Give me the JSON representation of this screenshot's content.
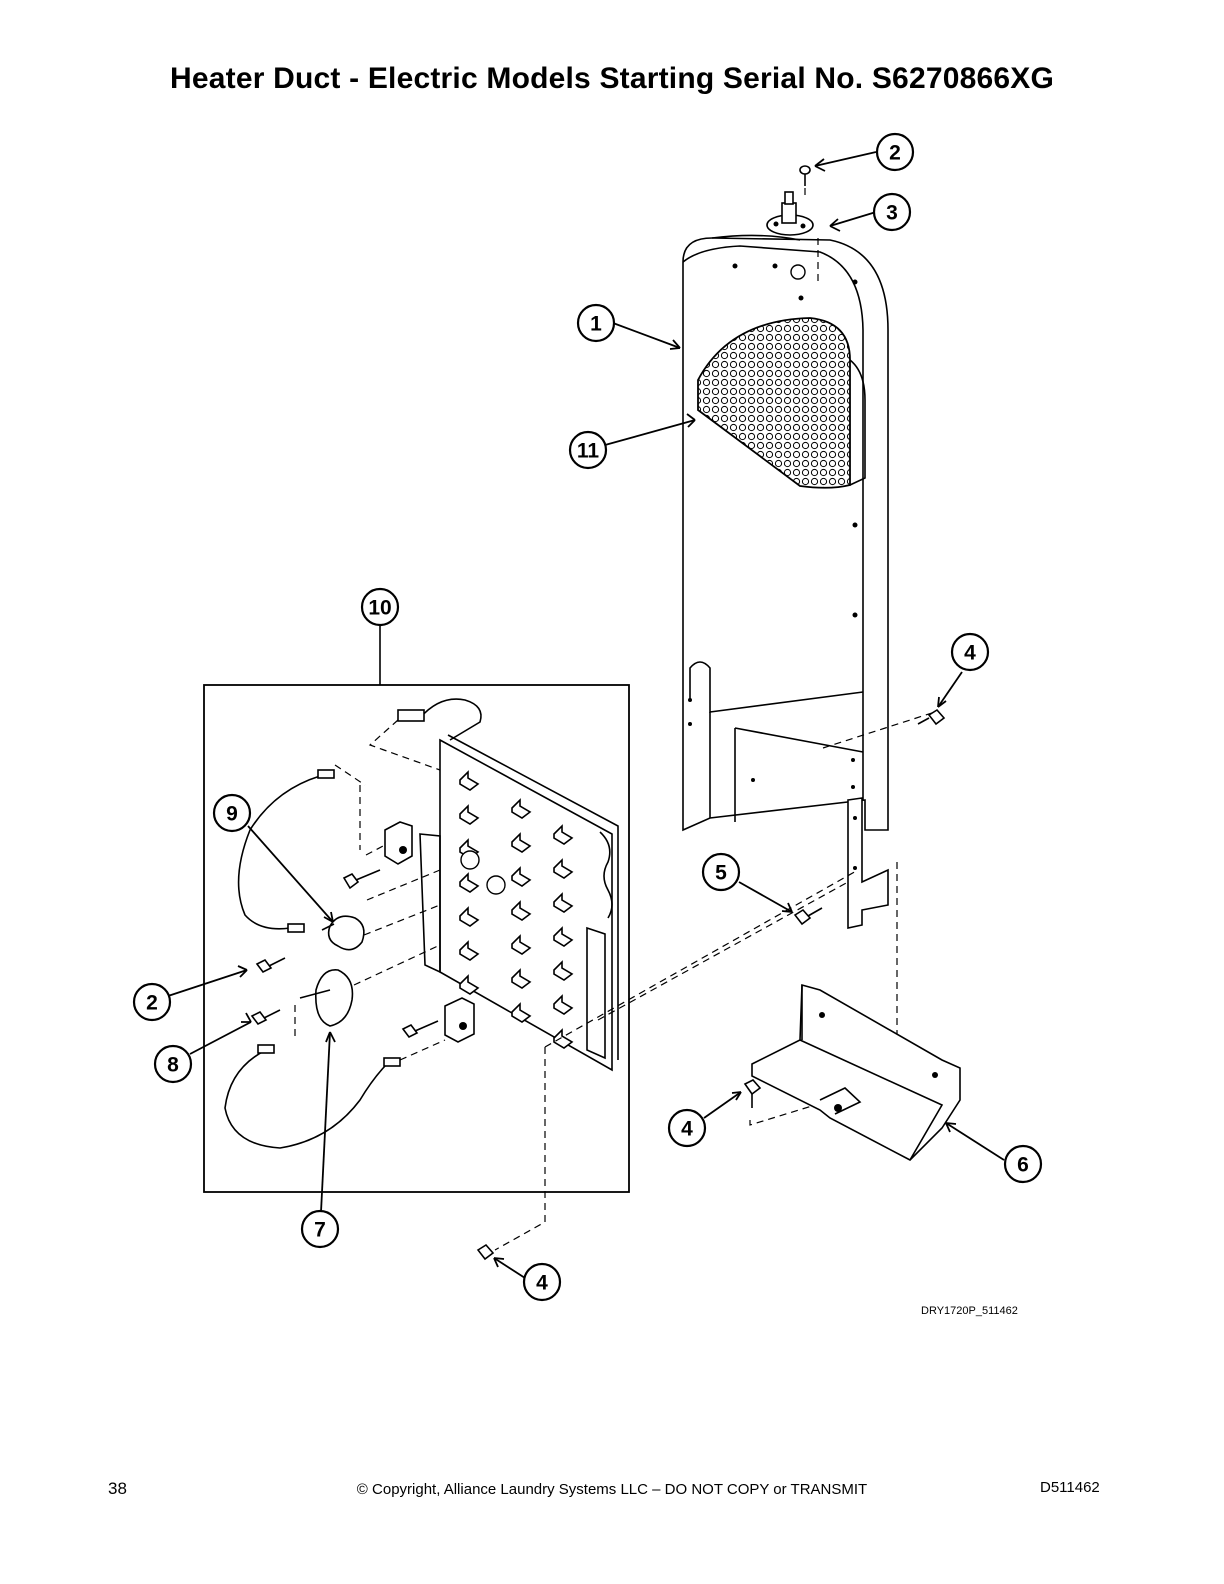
{
  "title": "Heater Duct - Electric Models Starting Serial No. S6270866XG",
  "callouts": [
    {
      "label": "2"
    },
    {
      "label": "3"
    },
    {
      "label": "1"
    },
    {
      "label": "11"
    },
    {
      "label": "10"
    },
    {
      "label": "4"
    },
    {
      "label": "9"
    },
    {
      "label": "5"
    },
    {
      "label": "2"
    },
    {
      "label": "8"
    },
    {
      "label": "4"
    },
    {
      "label": "6"
    },
    {
      "label": "7"
    },
    {
      "label": "4"
    }
  ],
  "drawing_ref": "DRY1720P_511462",
  "footer": {
    "page_number": "38",
    "copyright": "© Copyright, Alliance Laundry Systems LLC – DO NOT COPY or TRANSMIT",
    "doc_number": "D511462"
  }
}
